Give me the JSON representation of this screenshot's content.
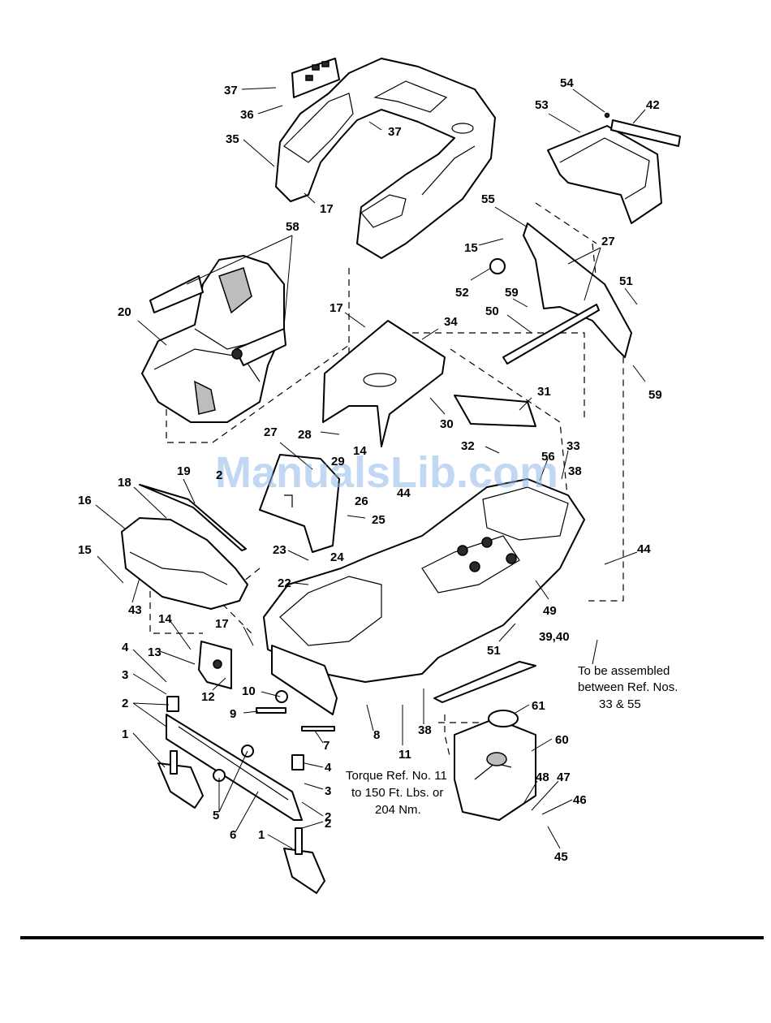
{
  "watermark": "ManualsLib.com",
  "notes": {
    "assembly_line1": "To be assembled",
    "assembly_line2": "between Ref. Nos.",
    "assembly_line3": "33 & 55",
    "torque_line1": "Torque Ref. No. 11",
    "torque_line2": "to 150 Ft. Lbs. or",
    "torque_line3": "204 Nm."
  },
  "callouts": [
    "37",
    "36",
    "35",
    "17",
    "37",
    "54",
    "42",
    "53",
    "58",
    "20",
    "55",
    "15",
    "27",
    "52",
    "59",
    "51",
    "50",
    "59",
    "17",
    "34",
    "30",
    "31",
    "28",
    "27",
    "29",
    "2",
    "19",
    "18",
    "16",
    "26",
    "25",
    "24",
    "15",
    "43",
    "23",
    "22",
    "32",
    "56",
    "33",
    "38",
    "44",
    "44",
    "49",
    "51",
    "39,40",
    "17",
    "14",
    "13",
    "12",
    "4",
    "3",
    "2",
    "1",
    "10",
    "9",
    "7",
    "8",
    "11",
    "38",
    "4",
    "3",
    "2",
    "5",
    "6",
    "2",
    "1",
    "61",
    "60",
    "48",
    "47",
    "46",
    "45",
    "14"
  ]
}
